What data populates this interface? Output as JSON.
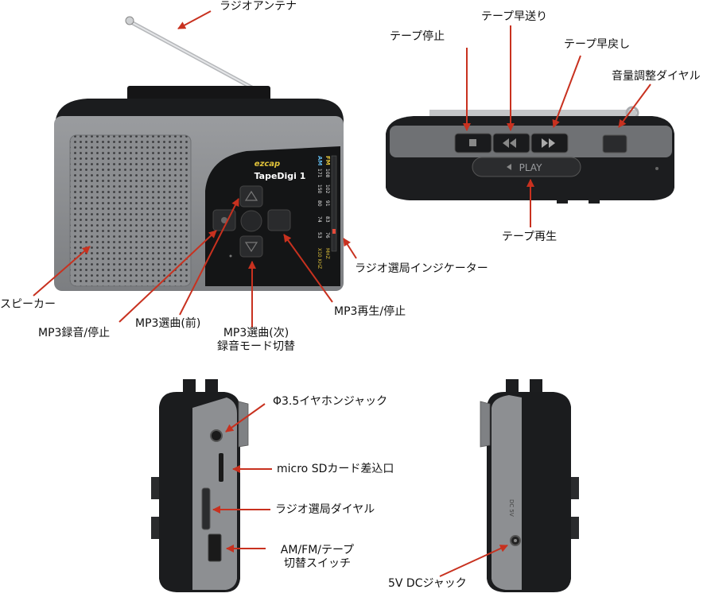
{
  "brand": "ezcap",
  "model": "TapeDigi 1",
  "play_button_text": "PLAY",
  "radio_scale": {
    "fm_label": "FM",
    "am_label": "AM",
    "fm_values": [
      "108",
      "102",
      "91",
      "83",
      "76",
      "MHZ"
    ],
    "am_values": [
      "171",
      "150",
      "80",
      "74",
      "53",
      "X10 KHZ"
    ]
  },
  "callouts": {
    "antenna": "ラジオアンテナ",
    "tape_stop": "テープ停止",
    "tape_ff": "テープ早送り",
    "tape_rew": "テープ早戻し",
    "volume": "音量調整ダイヤル",
    "tape_play": "テープ再生",
    "radio_indicator": "ラジオ選局インジケーター",
    "speaker": "スピーカー",
    "mp3_record": "MP3録音/停止",
    "mp3_prev": "MP3選曲(前)",
    "mp3_next_line1": "MP3選曲(次)",
    "mp3_next_line2": "録音モード切替",
    "mp3_play": "MP3再生/停止",
    "headphone": "Φ3.5イヤホンジャック",
    "sd_slot": "micro SDカード差込口",
    "radio_dial": "ラジオ選局ダイヤル",
    "mode_switch_line1": "AM/FM/テープ",
    "mode_switch_line2": "切替スイッチ",
    "dc_jack": "5V DCジャック"
  },
  "colors": {
    "arrow": "#c8311f",
    "body_gray": "#8a8c8f",
    "body_black": "#1e1f21"
  }
}
